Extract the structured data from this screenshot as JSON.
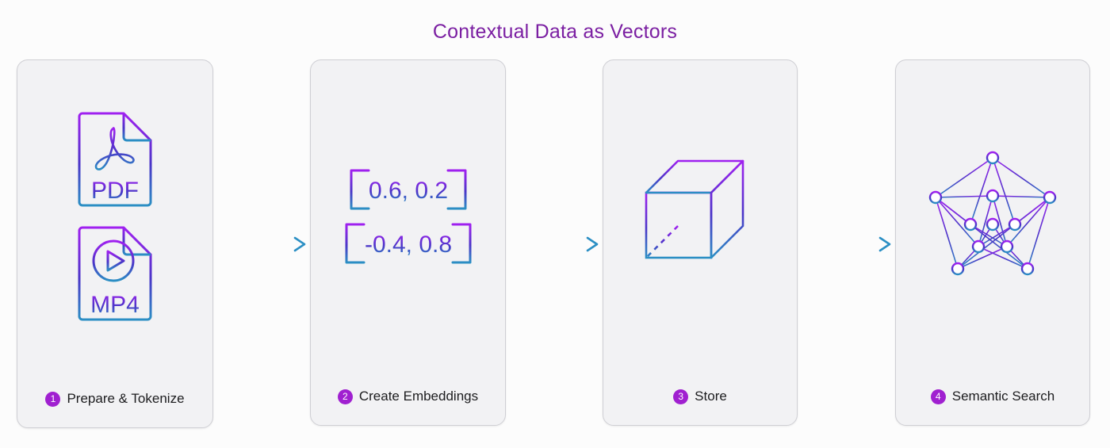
{
  "title": "Contextual Data as Vectors",
  "colors": {
    "title": "#7b1fa2",
    "gradient_start": "#a020f0",
    "gradient_end": "#2b8fc4",
    "badge": "#a020d0",
    "panel_bg": "#f2f2f4",
    "panel_border": "#cfcfd4",
    "page_bg": "#fcfcfc",
    "arrow": "#8b1fe0"
  },
  "steps": [
    {
      "number": "1",
      "label": "Prepare & Tokenize",
      "icon": "documents-icon",
      "files": [
        {
          "type": "PDF",
          "icon": "pdf-file-icon"
        },
        {
          "type": "MP4",
          "icon": "mp4-file-icon"
        }
      ]
    },
    {
      "number": "2",
      "label": "Create Embeddings",
      "icon": "vectors-icon",
      "vectors": [
        {
          "text": "0.6, 0.2"
        },
        {
          "text": "-0.4, 0.8"
        }
      ]
    },
    {
      "number": "3",
      "label": "Store",
      "icon": "cube-icon"
    },
    {
      "number": "4",
      "label": "Semantic Search",
      "icon": "graph-network-icon"
    }
  ],
  "connectors": [
    {
      "name": "arrow-1"
    },
    {
      "name": "arrow-2"
    },
    {
      "name": "arrow-3"
    }
  ]
}
